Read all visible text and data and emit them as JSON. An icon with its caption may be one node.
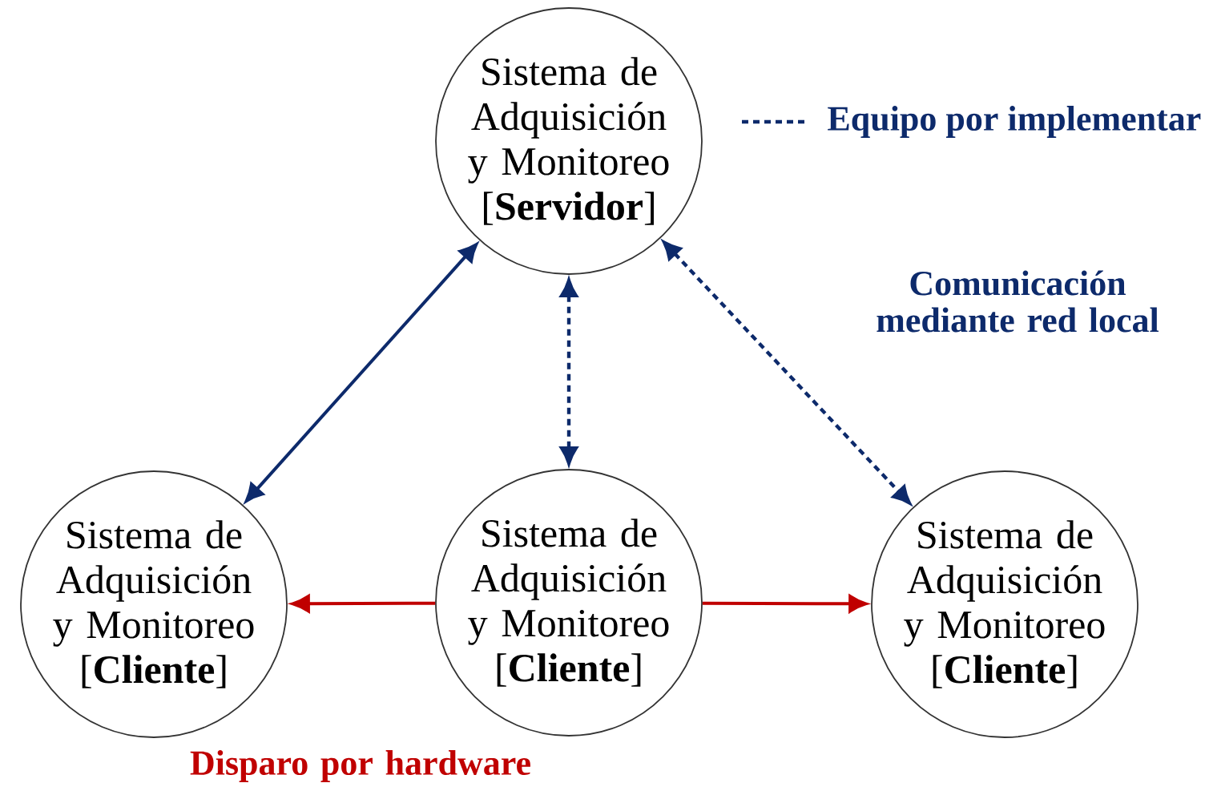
{
  "diagram": {
    "nodes": [
      {
        "text": [
          "Sistema de Adquisición y Monitoreo [**Servidor**]"
        ]
      },
      {
        "text": [
          "Sistema de Adquisición y Monitoreo [**Cliente**]"
        ]
      },
      {
        "text": [
          "Sistema de Adquisición y Monitoreo [**Cliente**]"
        ]
      },
      {
        "text": [
          "Sistema de Adquisición y Monitoreo [**Cliente**]"
        ]
      }
    ],
    "edges": [
      {
        "from": 0,
        "to": 1,
        "arrow": "both"
      },
      {
        "from": 0,
        "to": 2,
        "arrow": "both",
        "style": "dashed"
      },
      {
        "from": 0,
        "to": 3,
        "arrow": "both",
        "style": "dashed"
      },
      {
        "from": 2,
        "to": 1,
        "arrow": "to",
        "color": "#c00000"
      },
      {
        "from": 2,
        "to": 3,
        "arrow": "to",
        "color": "#c00000"
      }
    ],
    "labels": [
      "Comunicación mediante red local",
      "Disparo por hardware"
    ],
    "legend": [
      {
        "text": "Equipo por implementar"
      }
    ]
  }
}
